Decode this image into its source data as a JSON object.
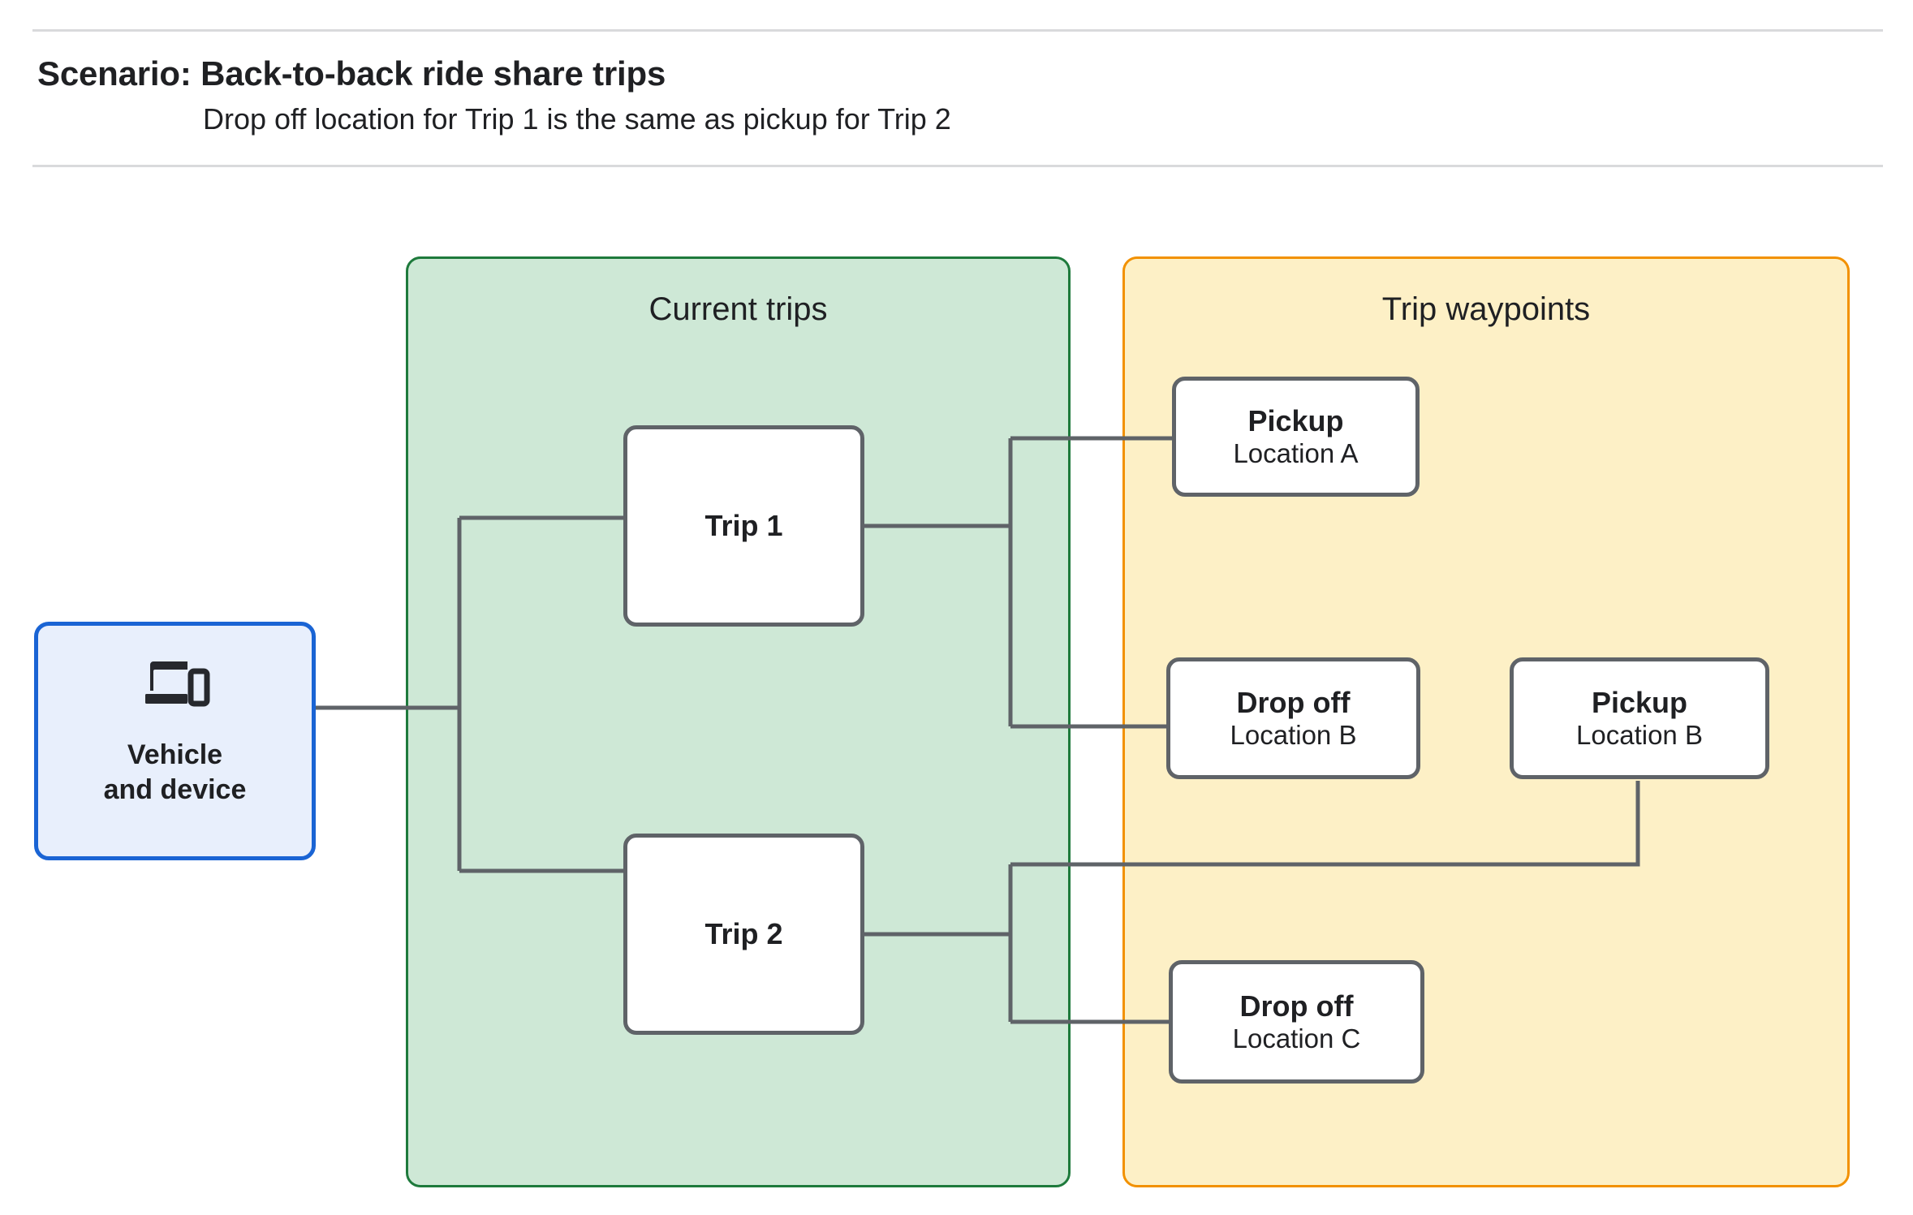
{
  "header": {
    "title": "Scenario: Back-to-back ride share trips",
    "subtitle": "Drop off  location for Trip 1 is the same as pickup for Trip 2"
  },
  "groups": {
    "current_trips": {
      "label": "Current trips",
      "fill": "#CEE8D6",
      "border": "#1e7a3c"
    },
    "trip_waypoints": {
      "label": "Trip waypoints",
      "fill": "#FDF0C6",
      "border": "#F29100"
    }
  },
  "nodes": {
    "vehicle": {
      "label": "Vehicle\nand device",
      "icon": "devices-icon",
      "fill": "#E8EFFC",
      "border": "#1A64D4"
    },
    "trip1": {
      "label": "Trip 1"
    },
    "trip2": {
      "label": "Trip 2"
    },
    "pickup_a": {
      "title": "Pickup",
      "sub": "Location A"
    },
    "dropoff_b": {
      "title": "Drop off",
      "sub": "Location B"
    },
    "pickup_b": {
      "title": "Pickup",
      "sub": "Location B"
    },
    "dropoff_c": {
      "title": "Drop off",
      "sub": "Location C"
    }
  },
  "connector_color": "#5F6368"
}
